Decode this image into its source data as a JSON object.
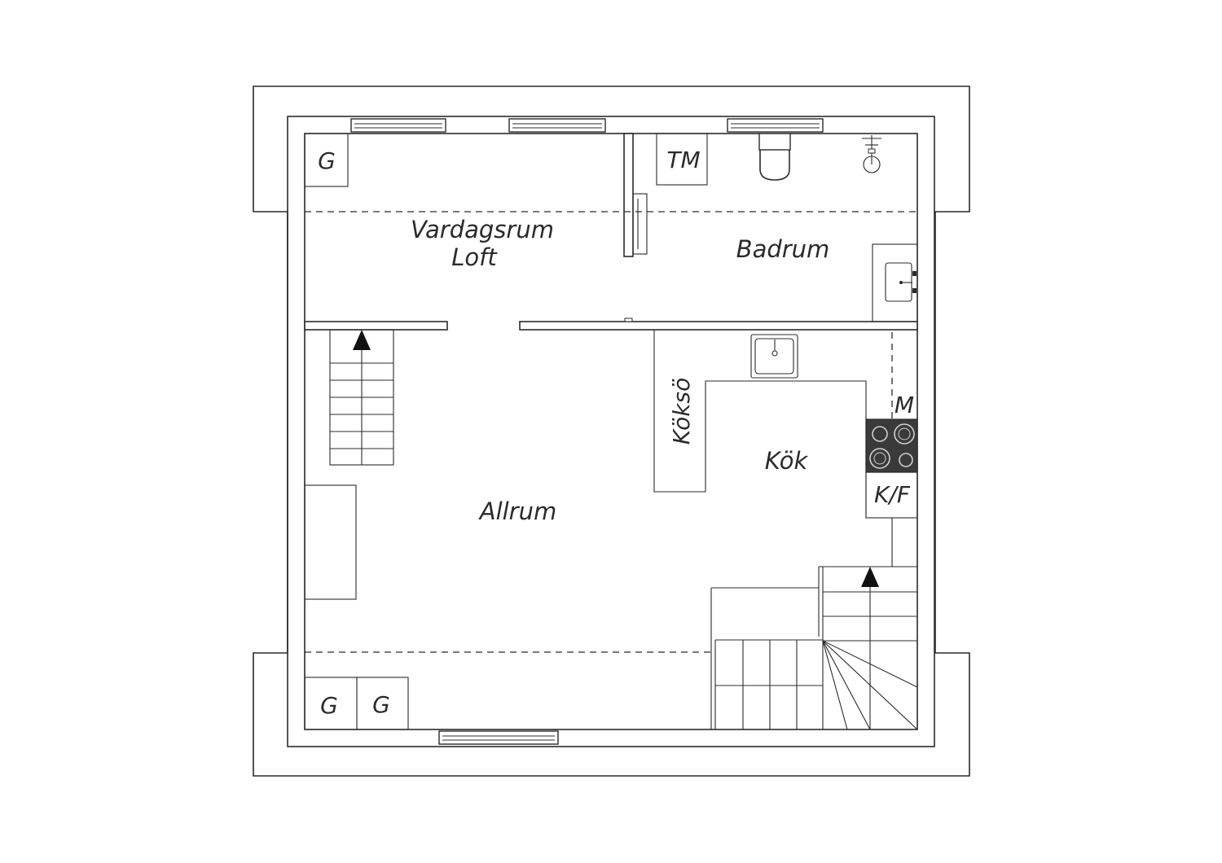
{
  "rooms": {
    "vardagsrum": "Vardagsrum",
    "loft": "Loft",
    "badrum": "Badrum",
    "allrum": "Allrum",
    "kok": "Kök",
    "kokso": "Köksö"
  },
  "appliances": {
    "g_top": "G",
    "tm": "TM",
    "m": "M",
    "kf": "K/F",
    "g_bottom_1": "G",
    "g_bottom_2": "G"
  },
  "icons": [
    "stairs-up-arrow-icon",
    "toilet-icon",
    "shower-icon",
    "washbasin-icon",
    "kitchen-sink-icon",
    "stove-icon",
    "window-icon"
  ],
  "colors": {
    "line": "#2b2b2b",
    "stove": "#3a3a3a",
    "background": "#ffffff"
  }
}
